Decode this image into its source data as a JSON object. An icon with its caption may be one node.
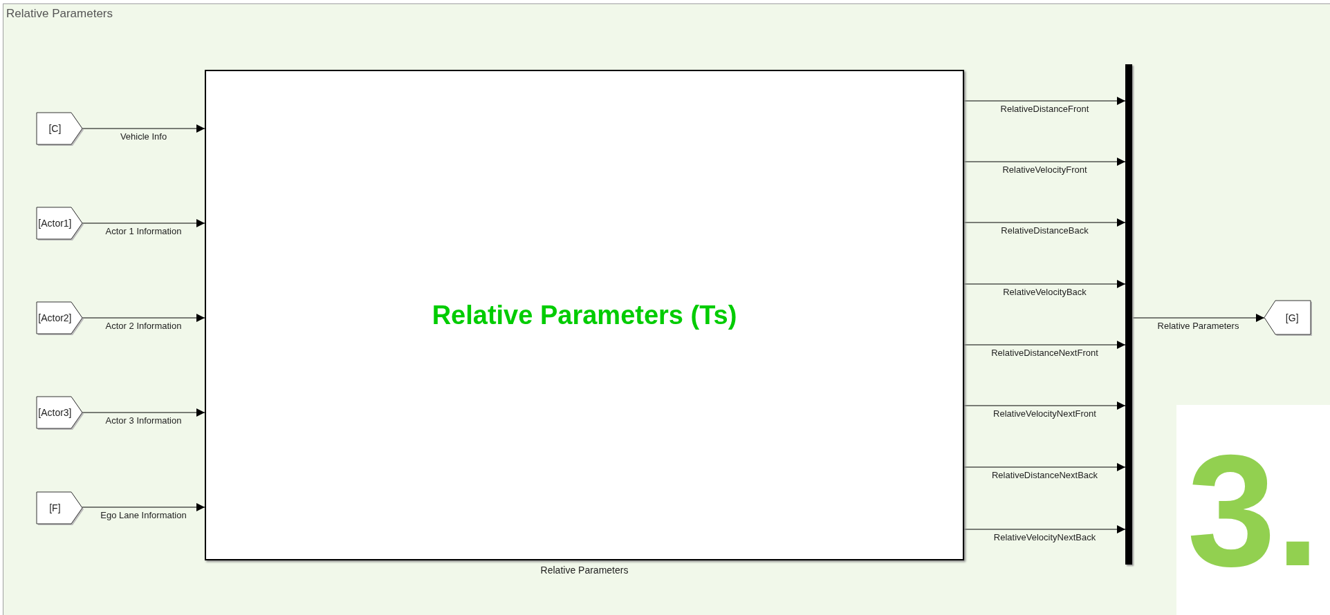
{
  "diagram": {
    "nodes": [
      {
        "text": [
          "Relative Parameters"
        ]
      },
      {
        "text": [
          "[C]"
        ],
        "in": 0
      },
      {
        "text": [
          "[Actor1]"
        ],
        "in": 0
      },
      {
        "text": [
          "[Actor2]"
        ],
        "in": 0
      },
      {
        "text": [
          "[Actor3]"
        ],
        "in": 0
      },
      {
        "text": [
          "[F]"
        ],
        "in": 0
      },
      {
        "text": [
          "Relative Parameters (Ts)",
          "Relative Parameters"
        ],
        "in": 0
      },
      {
        "text": [],
        "shape": "bar",
        "in": 0
      },
      {
        "text": [
          "[G]"
        ],
        "in": 0
      },
      {
        "text": [
          "3."
        ],
        "in": 0
      }
    ],
    "edges": [
      {
        "from": 1,
        "to": 6,
        "arrow": "to",
        "label": "Vehicle Info"
      },
      {
        "from": 2,
        "to": 6,
        "arrow": "to",
        "label": "Actor 1 Information"
      },
      {
        "from": 3,
        "to": 6,
        "arrow": "to",
        "label": "Actor 2 Information"
      },
      {
        "from": 4,
        "to": 6,
        "arrow": "to",
        "label": "Actor 3 Information"
      },
      {
        "from": 5,
        "to": 6,
        "arrow": "to",
        "label": "Ego Lane Information"
      },
      {
        "from": 6,
        "to": 7,
        "arrow": "to",
        "label": "RelativeDistanceFront"
      },
      {
        "from": 6,
        "to": 7,
        "arrow": "to",
        "label": "RelativeVelocityFront"
      },
      {
        "from": 6,
        "to": 7,
        "arrow": "to",
        "label": "RelativeDistanceBack"
      },
      {
        "from": 6,
        "to": 7,
        "arrow": "to",
        "label": "RelativeVelocityBack"
      },
      {
        "from": 6,
        "to": 7,
        "arrow": "to",
        "label": "RelativeDistanceNextFront"
      },
      {
        "from": 6,
        "to": 7,
        "arrow": "to",
        "label": "RelativeVelocityNextFront"
      },
      {
        "from": 6,
        "to": 7,
        "arrow": "to",
        "label": "RelativeDistanceNextBack"
      },
      {
        "from": 6,
        "to": 7,
        "arrow": "to",
        "label": "RelativeVelocityNextBack"
      },
      {
        "from": 7,
        "to": 8,
        "arrow": "to",
        "label": "Relative Parameters"
      }
    ]
  }
}
